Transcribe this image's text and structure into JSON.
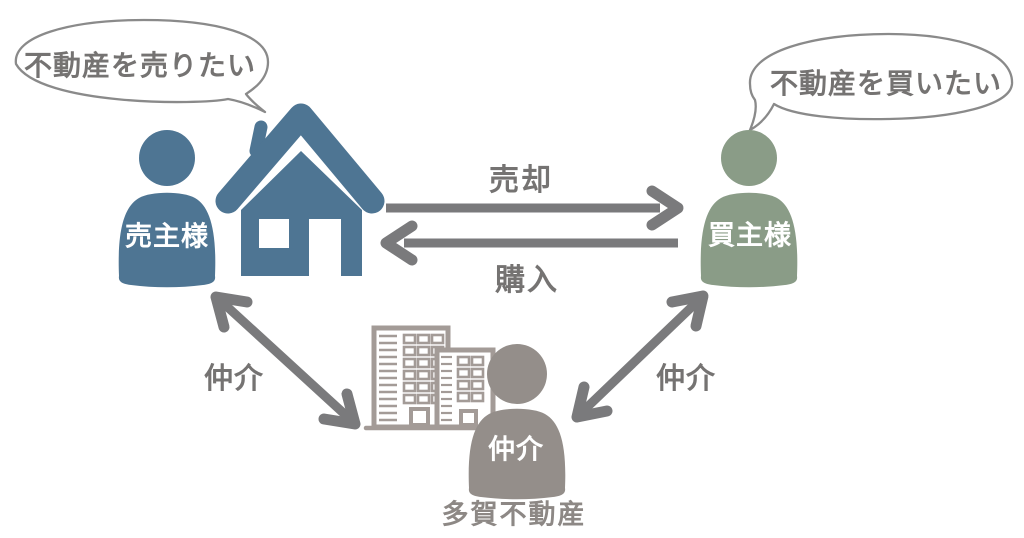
{
  "bubbles": {
    "seller_text": "不動産を売りたい",
    "buyer_text": "不動産を買いたい"
  },
  "actors": {
    "seller": {
      "label": "売主様"
    },
    "buyer": {
      "label": "買主様"
    },
    "agent": {
      "label": "仲介",
      "company": "多賀不動産"
    }
  },
  "relations": {
    "sell_label": "売却",
    "purchase_label": "購入",
    "brokerage_left_label": "仲介",
    "brokerage_right_label": "仲介"
  },
  "colors": {
    "seller_blue": "#4e7593",
    "buyer_green": "#8a9c87",
    "agent_gray": "#948e8a",
    "building_gray": "#a39b97",
    "arrow_gray": "#7a7a7c",
    "bubble_outline_gray": "#8a8a8a",
    "label_text_gray": "#757372",
    "company_text_gray": "#8d8885"
  }
}
